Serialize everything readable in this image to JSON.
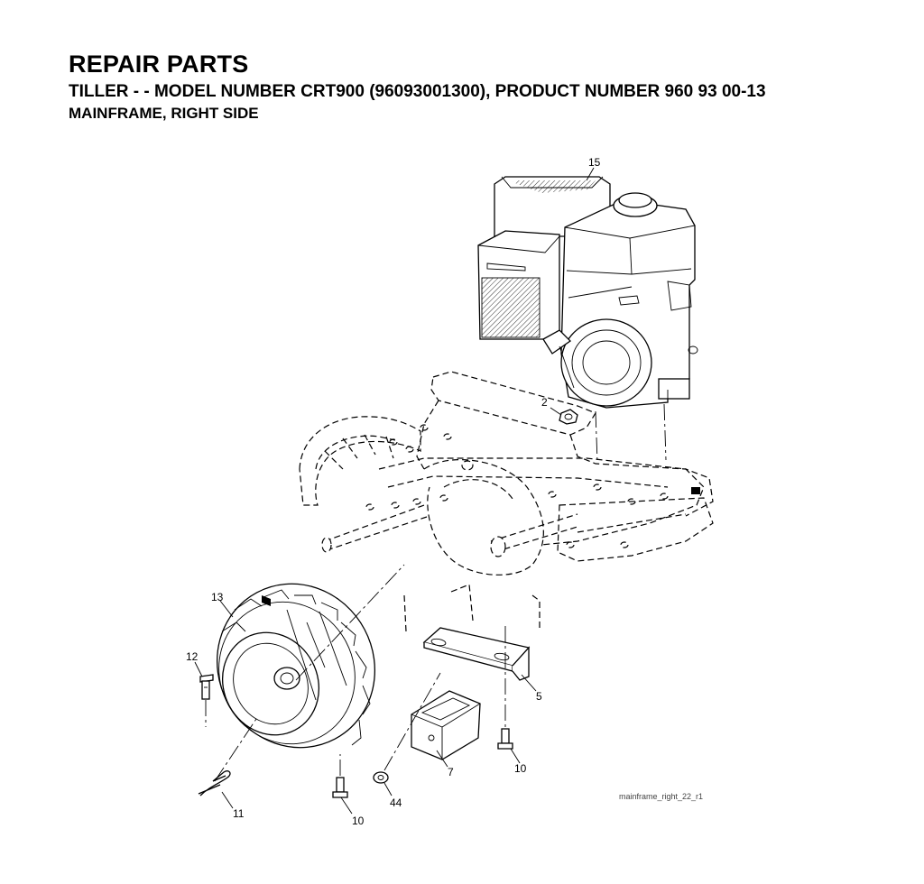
{
  "header": {
    "title": "REPAIR PARTS",
    "subtitle": "TILLER - - MODEL NUMBER CRT900 (96093001300), PRODUCT NUMBER 960 93 00-13",
    "section": "MAINFRAME, RIGHT SIDE"
  },
  "callouts": {
    "c15": "15",
    "c2": "2",
    "c13": "13",
    "c12": "12",
    "c5": "5",
    "c10a": "10",
    "c7": "7",
    "c10b": "10",
    "c44": "44",
    "c11": "11"
  },
  "figure_id": "mainframe_right_22_r1"
}
